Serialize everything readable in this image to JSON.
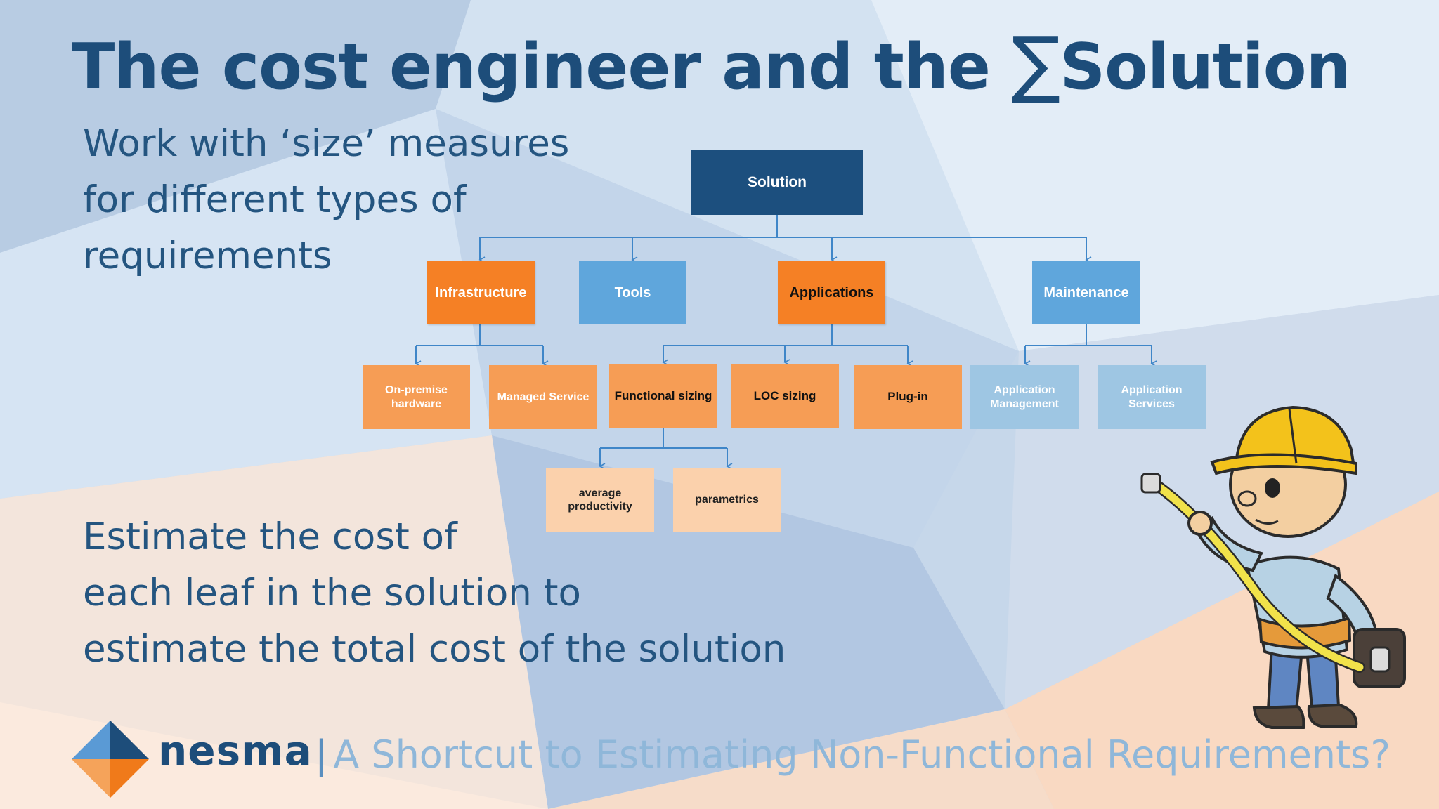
{
  "title": {
    "prefix": "The cost engineer and the ",
    "sigma": "∑",
    "suffix": "Solution"
  },
  "intro_lines": [
    "Work with ‘size’ measures",
    "for different types of",
    "requirements"
  ],
  "estimate_lines": [
    "Estimate the cost of",
    "each leaf in the solution to",
    "estimate the total cost of the solution"
  ],
  "tree": {
    "root": "Solution",
    "level1": [
      "Infrastructure",
      "Tools",
      "Applications",
      "Maintenance"
    ],
    "level2": [
      "On-premise hardware",
      "Managed Service",
      "Functional sizing",
      "LOC sizing",
      "Plug-in",
      "Application Management",
      "Application Services"
    ],
    "level3": [
      "average productivity",
      "parametrics"
    ]
  },
  "colors": {
    "dark_blue": "#1c4f7e",
    "orange": "#f58025",
    "light_orange": "#f69d55",
    "blue": "#5fa6dc",
    "light_blue": "#9ec6e3",
    "peach": "#fbd1ac"
  },
  "footer": {
    "brand": "nesma",
    "separator": "|",
    "text": "A Shortcut to Estimating Non-Functional Requirements?"
  }
}
